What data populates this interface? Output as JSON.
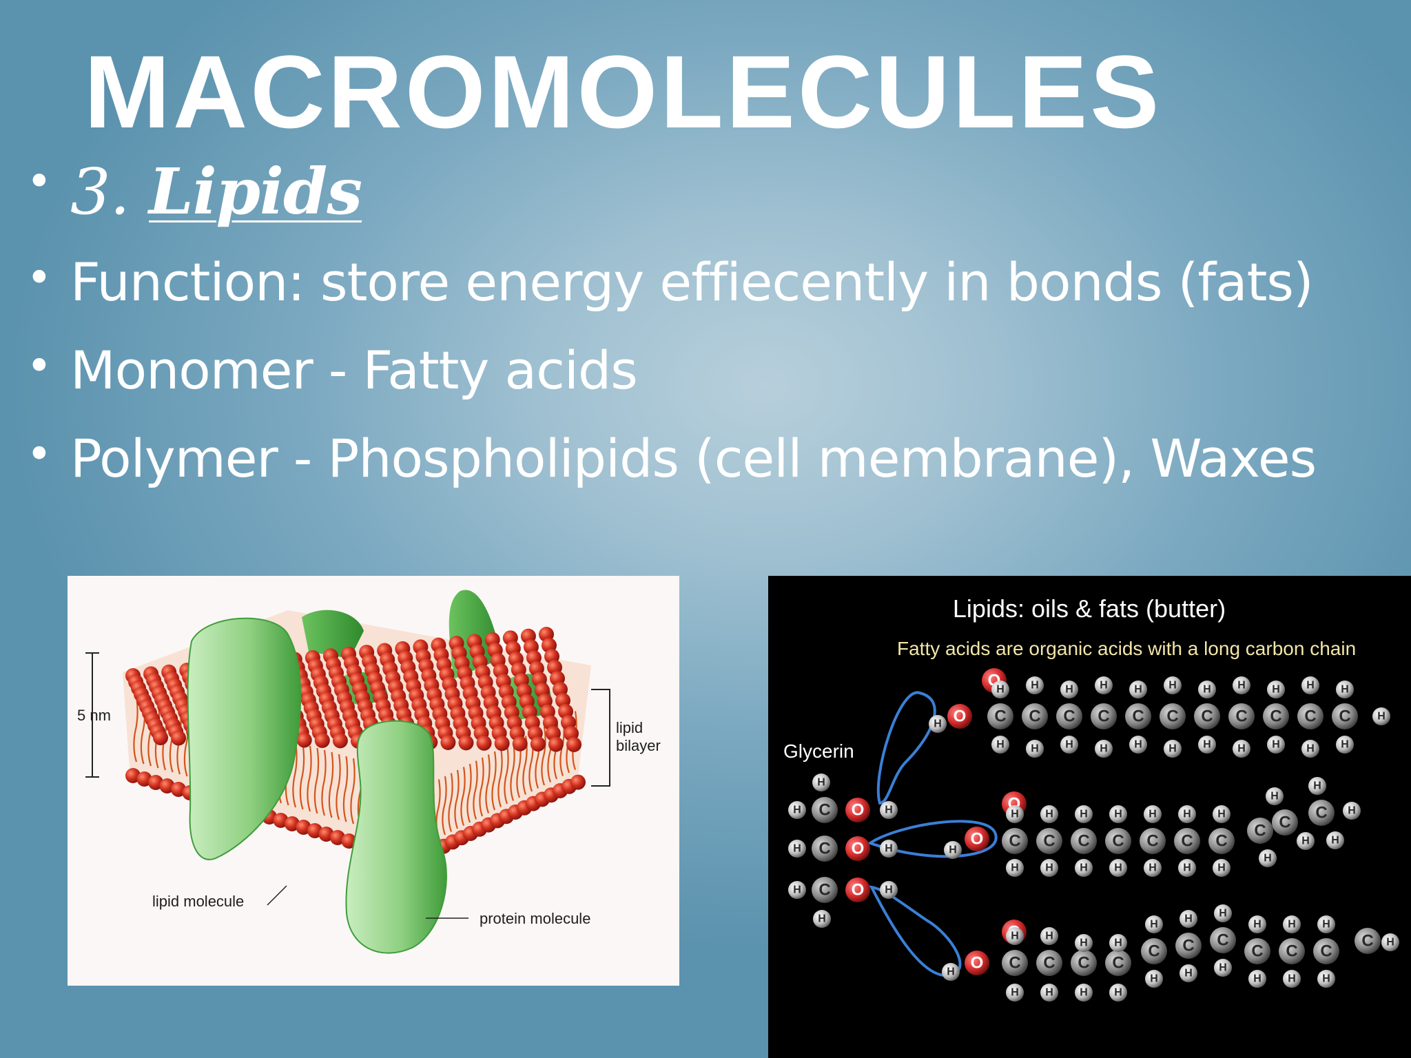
{
  "slide": {
    "title": "MACROMOLECULES",
    "bullets": {
      "b1_num": "3. ",
      "b1_word": "Lipids",
      "b2": "Function: store energy effiecently in bonds (fats)",
      "b3": "Monomer - Fatty acids",
      "b4": "Polymer - Phospholipids (cell membrane), Waxes"
    },
    "bullet_glyph": "•"
  },
  "membrane_figure": {
    "scale_label": "5 nm",
    "bilayer_label_1": "lipid",
    "bilayer_label_2": "bilayer",
    "lipid_molecule_label": "lipid molecule",
    "protein_molecule_label": "protein molecule",
    "colors": {
      "head": "#c1271d",
      "tail": "#d3541c",
      "protein": "#56b24f",
      "protein_light": "#c6e8bd"
    }
  },
  "fatty_acid_figure": {
    "title": "Lipids: oils & fats (butter)",
    "subtitle": "Fatty acids are organic acids with a long carbon chain",
    "glycerin_label": "Glycerin",
    "atoms": {
      "hydrogen": "H",
      "carbon": "C",
      "oxygen": "O"
    },
    "colors": {
      "oxygen": "#d32a2a",
      "carbon": "#8a8a8a",
      "hydrogen": "#d9d9d9",
      "bond_loop": "#3b7fd6"
    }
  }
}
